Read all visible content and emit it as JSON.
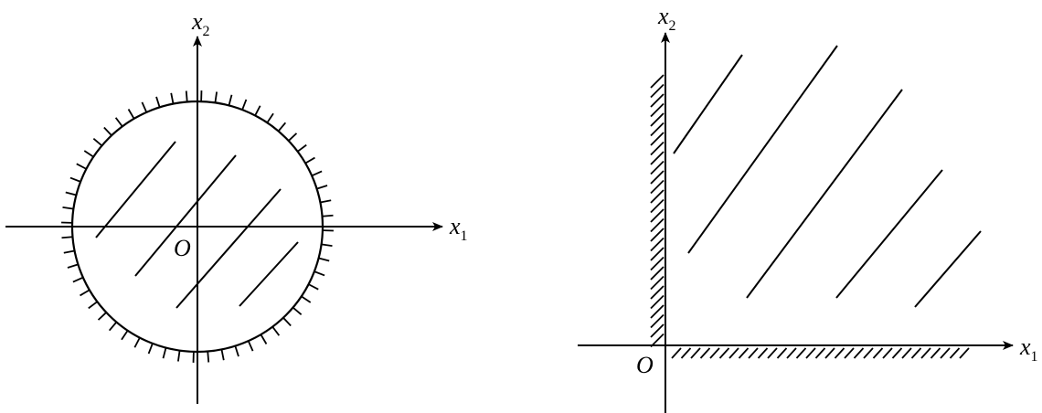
{
  "left_figure": {
    "x_axis_label": "x",
    "x_axis_sub": "1",
    "y_axis_label": "x",
    "y_axis_sub": "2",
    "origin_label": "O"
  },
  "right_figure": {
    "x_axis_label": "x",
    "x_axis_sub": "1",
    "y_axis_label": "x",
    "y_axis_sub": "2",
    "origin_label": "O"
  }
}
